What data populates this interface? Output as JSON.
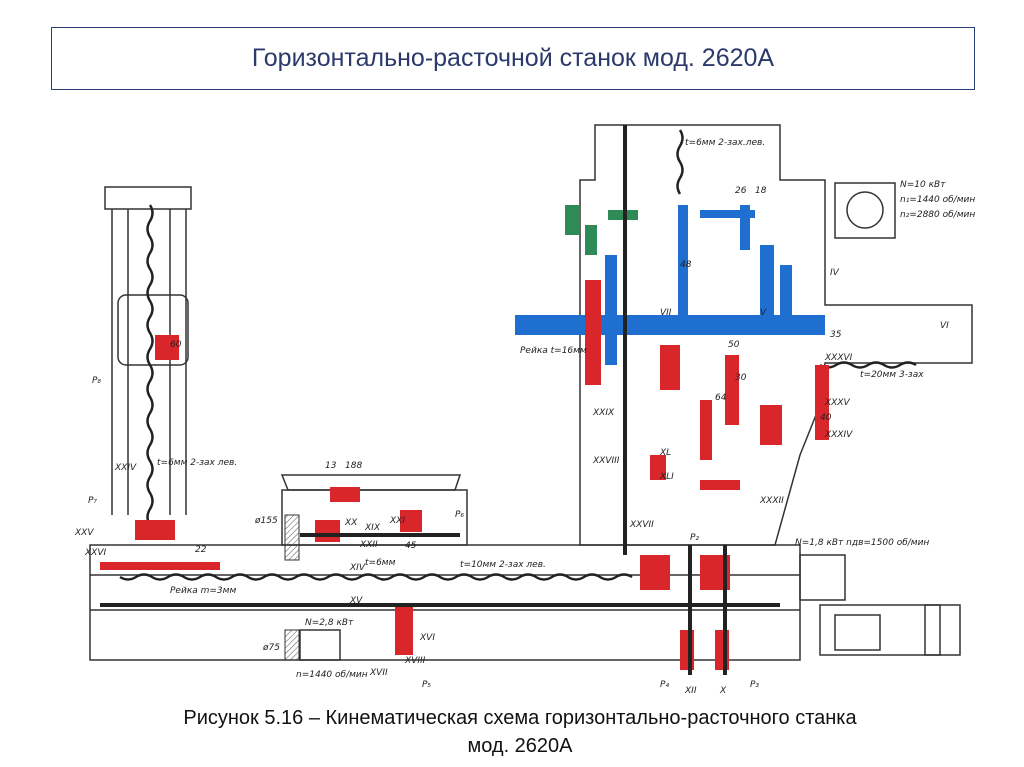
{
  "slide": {
    "title": "Горизонтально-расточной станок мод. 2620А",
    "caption_line1": "Рисунок 5.16 – Кинематическая схема горизонтально-расточного станка",
    "caption_line2": "мод. 2620А"
  },
  "diagram": {
    "colors": {
      "outline": "#333333",
      "shaft_blue": "#1f6fd1",
      "gear_red": "#d8262b",
      "gear_green": "#2e8b57",
      "screw": "#222222"
    },
    "labels": {
      "motor_main": "N=10 кВт",
      "motor_n1": "n₁=1440 об/мин",
      "motor_n2": "n₂=2880 об/мин",
      "motor_feed": "N=1,8 кВт  nдв=1500 об/мин",
      "motor_column": "N=2,8 кВт",
      "motor_column_n": "n=1440 об/мин",
      "screw_top": "t=6мм 2-зах.лев.",
      "screw_column": "t=6мм 2-зах лев.",
      "screw_bottom": "t=10мм 2-зах лев.",
      "screw_mid": "t=20мм 3-зах",
      "screw_table": "t=6мм",
      "rack_bottom": "Рейка m=3мм",
      "rack_head": "Рейка t=16мм",
      "shaft_vi": "VI",
      "shaft_v": "V",
      "shaft_iv": "IV",
      "shaft_vii": "VII",
      "shaft_xxiv": "XXIV",
      "shaft_xxv": "XXV",
      "shaft_xxvi": "XXVI",
      "shaft_xii": "XII",
      "shaft_x": "X",
      "shaft_xvii": "XVII",
      "shaft_xv": "XV",
      "shaft_xiv": "XIV",
      "shaft_xix": "XIX",
      "shaft_xx": "XX",
      "shaft_xxi": "XXI",
      "shaft_xxii": "XXII",
      "shaft_xvi": "XVI",
      "shaft_xviii": "XVIII",
      "shaft_xxix": "XXIX",
      "shaft_xxviii": "XXVIII",
      "shaft_xxvii": "XXVII",
      "shaft_xxxii": "XXXII",
      "shaft_xxxv": "XXXV",
      "shaft_xxxiv": "XXXIV",
      "shaft_xxxvi": "XXXVI",
      "shaft_xl": "XL",
      "shaft_xli": "XLI",
      "gear_155": "ø155",
      "gear_75": "ø75",
      "handle_p8": "P₈",
      "handle_p7": "P₇",
      "handle_p6": "P₆",
      "handle_p5": "P₅",
      "handle_p4": "P₄",
      "handle_p3": "P₃",
      "handle_p2": "P₂",
      "gear_num_13": "13",
      "gear_num_188": "188",
      "gear_num_60": "60",
      "gear_num_22": "22",
      "gear_num_45": "45",
      "gear_num_30": "30",
      "gear_num_18": "18",
      "gear_num_26": "26",
      "gear_num_50": "50",
      "gear_num_35": "35",
      "gear_num_48": "48",
      "gear_num_40": "40",
      "gear_num_64": "64"
    }
  }
}
